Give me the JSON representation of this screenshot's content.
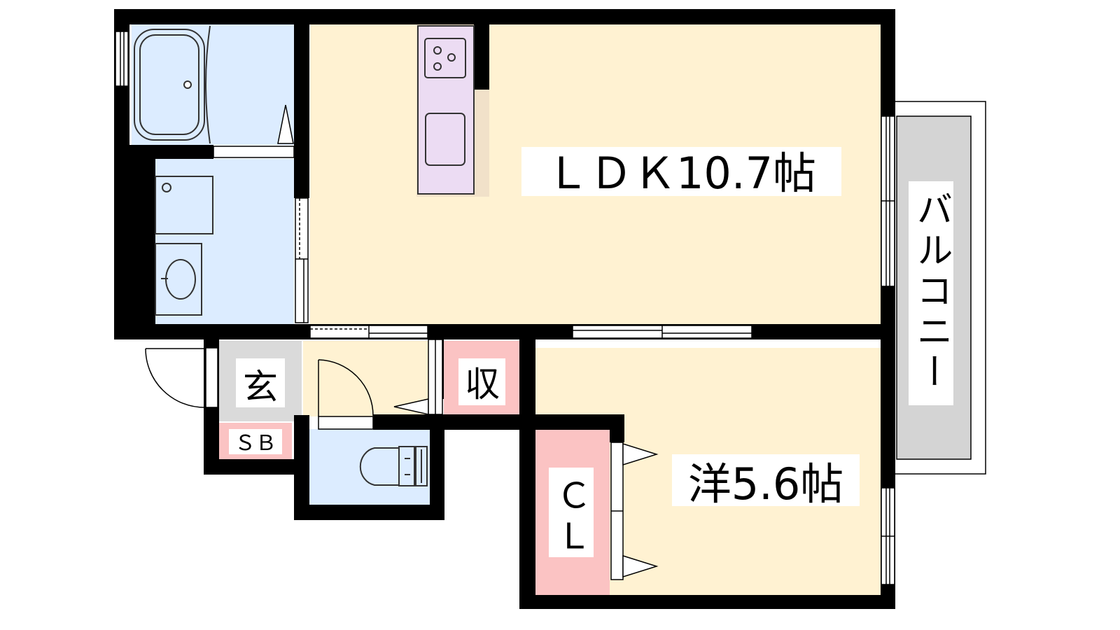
{
  "colors": {
    "wall": "#000000",
    "living": "#fff2d2",
    "wet": "#dcecff",
    "storage": "#fbc3c3",
    "entrance": "#dadada",
    "kitchen": "#ecdcf3",
    "counter": "#f1e1c9",
    "balcony": "#d4d4d4",
    "fixture_line": "#333333"
  },
  "rooms": {
    "ldk": {
      "label": "ＬＤＫ10.7帖"
    },
    "western": {
      "label": "洋5.6帖"
    },
    "balcony": {
      "label": "バルコニー"
    },
    "entrance": {
      "label": "玄"
    },
    "shoe_box": {
      "label": "ＳＢ"
    },
    "storage": {
      "label": "収"
    },
    "closet": {
      "label": "ＣＬ"
    }
  },
  "icons": [
    "bathtub-icon",
    "stove-icon",
    "sink-icon",
    "washing-machine-icon",
    "washbasin-icon",
    "toilet-icon",
    "door-swing-icon",
    "window-icon"
  ]
}
